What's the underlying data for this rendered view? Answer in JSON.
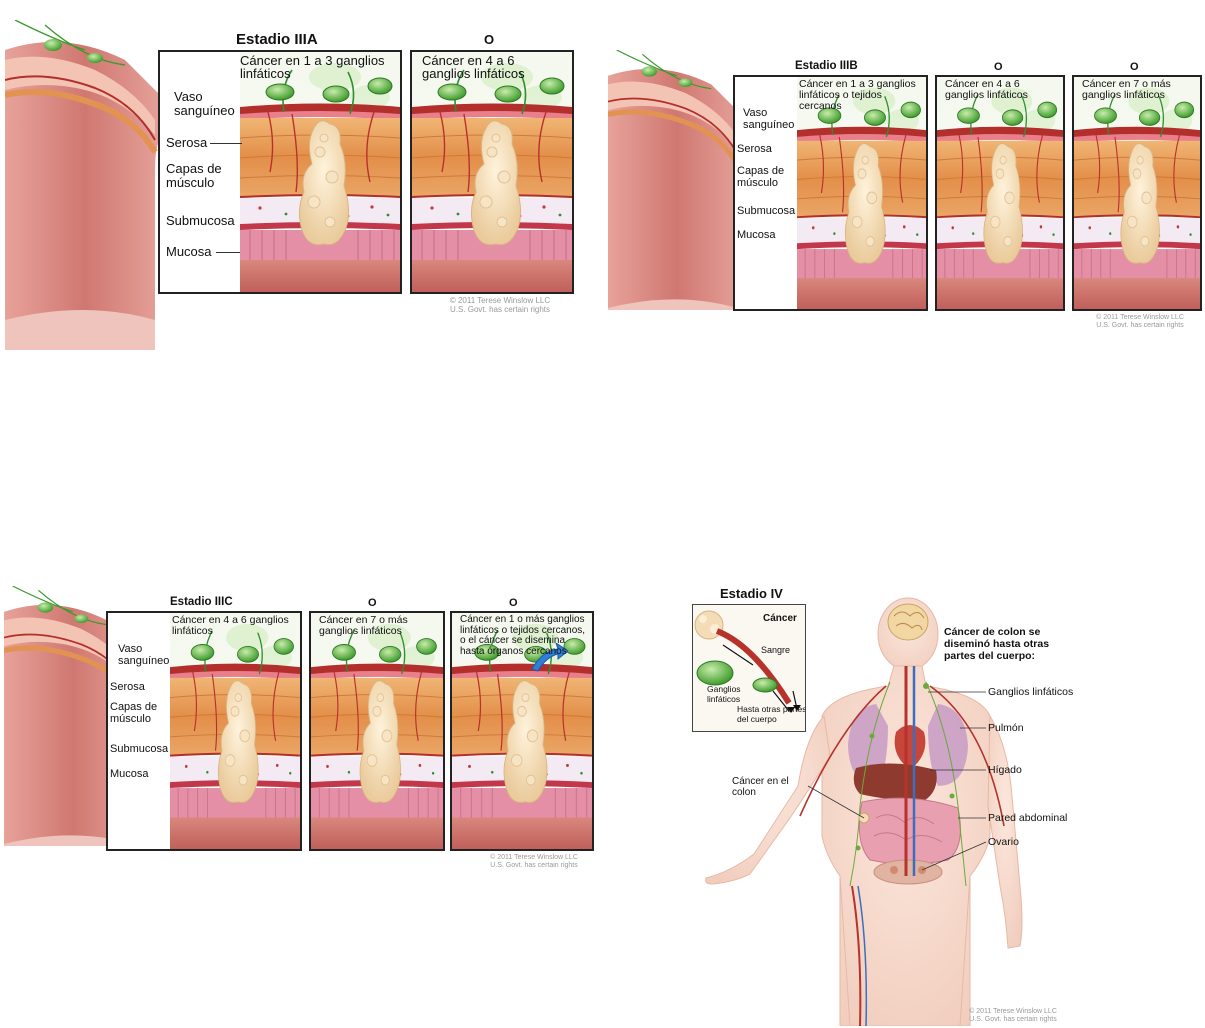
{
  "stage_iiia": {
    "title": "Estadio IIIA",
    "or_label": "O",
    "panels": [
      "Cáncer en 1 a 3 ganglios linfáticos",
      "Cáncer en 4 a 6 ganglios linfáticos"
    ],
    "labels": {
      "vessel": "Vaso sanguíneo",
      "serosa": "Serosa",
      "muscle": "Capas de músculo",
      "submucosa": "Submucosa",
      "mucosa": "Mucosa"
    },
    "copyright": [
      "© 2011 Terese Winslow LLC",
      "U.S. Govt. has certain rights"
    ]
  },
  "stage_iiib": {
    "title": "Estadio IIIB",
    "or_labels": [
      "O",
      "O"
    ],
    "panels": [
      "Cáncer en 1 a 3 ganglios linfáticos o tejidos cercanos",
      "Cáncer en 4 a 6 ganglios linfáticos",
      "Cáncer en 7 o más ganglios linfáticos"
    ],
    "labels": {
      "vessel": "Vaso sanguíneo",
      "serosa": "Serosa",
      "muscle": "Capas de músculo",
      "submucosa": "Submucosa",
      "mucosa": "Mucosa"
    },
    "copyright": [
      "© 2011 Terese Winslow LLC",
      "U.S. Govt. has certain rights"
    ]
  },
  "stage_iiic": {
    "title": "Estadio IIIC",
    "or_labels": [
      "O",
      "O"
    ],
    "panels": [
      "Cáncer en 4 a 6 ganglios linfáticos",
      "Cáncer en 7 o más ganglios linfáticos",
      "Cáncer en 1 o más ganglios linfáticos o tejidos cercanos, o el cáncer se disemina hasta órganos cercanos"
    ],
    "labels": {
      "vessel": "Vaso sanguíneo",
      "serosa": "Serosa",
      "muscle": "Capas de músculo",
      "submucosa": "Submucosa",
      "mucosa": "Mucosa"
    },
    "copyright": [
      "© 2011 Terese Winslow LLC",
      "U.S. Govt. has certain rights"
    ]
  },
  "stage_iv": {
    "title": "Estadio IV",
    "inset": {
      "cancer": "Cáncer",
      "blood": "Sangre",
      "nodes": "Ganglios linfáticos",
      "spread": "Hasta otras partes del cuerpo"
    },
    "heading": "Cáncer de colon se diseminó hasta otras partes del cuerpo:",
    "colon_label": "Cáncer en el colon",
    "organs": [
      "Ganglios linfáticos",
      "Pulmón",
      "Hígado",
      "Pared abdominal",
      "Ovario"
    ],
    "copyright": [
      "© 2011 Terese Winslow LLC",
      "U.S. Govt. has certain rights"
    ]
  },
  "colors": {
    "tissue": "#e8a89a",
    "muscle": "#e59a55",
    "tumor": "#f3dcb6",
    "node": "#4fae3a",
    "vessel": "#b8322c",
    "mucosa": "#d98aa0"
  }
}
